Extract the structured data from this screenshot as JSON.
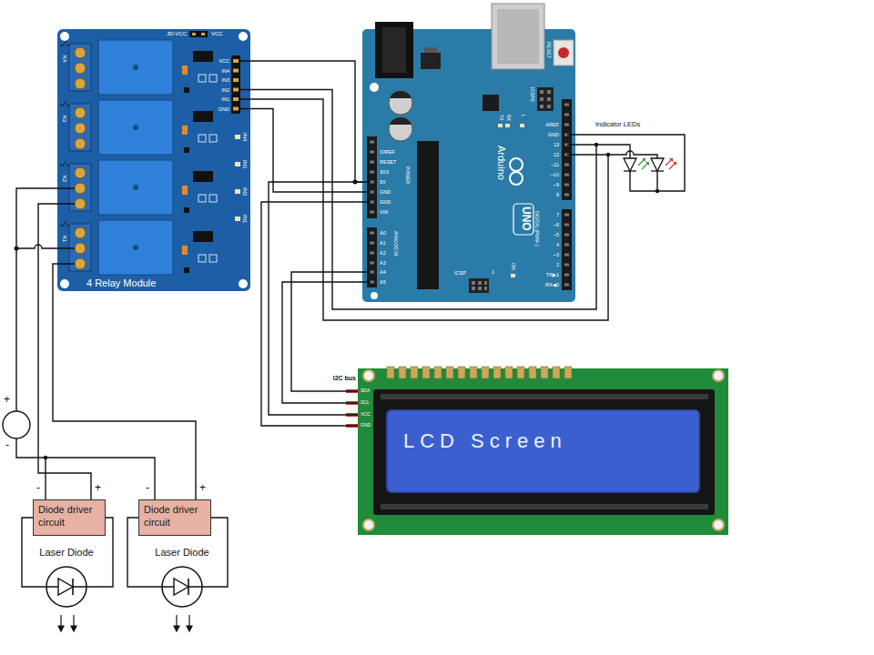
{
  "diagram": {
    "nodes": [
      {
        "text": [
          "4 Relay Module"
        ]
      },
      {
        "text": [
          "Arduino",
          "UNO"
        ]
      },
      {
        "text": [
          "LCD Screen"
        ]
      },
      {
        "text": [
          "Diode driver circuit"
        ]
      },
      {
        "text": [
          "Diode driver circuit"
        ]
      },
      {
        "text": [
          "Laser Diode"
        ]
      },
      {
        "text": [
          "Laser Diode"
        ]
      }
    ],
    "edges": [
      {
        "from": 0,
        "to": 1,
        "arrow": "none"
      },
      {
        "from": 0,
        "to": 1,
        "arrow": "none"
      },
      {
        "from": 0,
        "to": 1,
        "arrow": "none"
      },
      {
        "from": 0,
        "to": 1,
        "arrow": "none"
      },
      {
        "from": 1,
        "to": 2,
        "arrow": "none"
      },
      {
        "from": 1,
        "to": 2,
        "arrow": "none"
      },
      {
        "from": 1,
        "to": 2,
        "arrow": "none"
      },
      {
        "from": 1,
        "to": 2,
        "arrow": "none"
      },
      {
        "from": 0,
        "to": 3,
        "arrow": "none"
      },
      {
        "from": 0,
        "to": 4,
        "arrow": "none"
      },
      {
        "from": 3,
        "to": 5,
        "arrow": "none"
      },
      {
        "from": 3,
        "to": 5,
        "arrow": "none"
      },
      {
        "from": 4,
        "to": 6,
        "arrow": "none"
      },
      {
        "from": 4,
        "to": 6,
        "arrow": "none"
      }
    ],
    "labels": [
      "JD-VCC",
      "VCC",
      "K4",
      "K3",
      "K2",
      "K1",
      "VCC",
      "IN4",
      "IN3",
      "IN2",
      "IN1",
      "GND",
      "IN4",
      "IN3",
      "IN2",
      "IN1",
      "RESET",
      "ICSP2",
      "TX",
      "RX",
      "L",
      "AREF",
      "GND",
      "13",
      "12",
      "~11",
      "~10",
      "~9",
      "8",
      "DIGITAL (PWM~)",
      "7",
      "~6",
      "~5",
      "4",
      "~3",
      "2",
      "TX▶1",
      "RX◀0",
      "IOREF",
      "RESET",
      "3V3",
      "5V",
      "GND",
      "GND",
      "VIN",
      "POWER",
      "A0",
      "A1",
      "A2",
      "A3",
      "A4",
      "A5",
      "ANALOG IN",
      "ICSP",
      "1",
      "ON",
      "Indicator LEDs",
      "I2C bus",
      "SDA",
      "SCL",
      "VCC",
      "GND",
      "+",
      "-",
      "-",
      "+",
      "-",
      "+"
    ]
  }
}
